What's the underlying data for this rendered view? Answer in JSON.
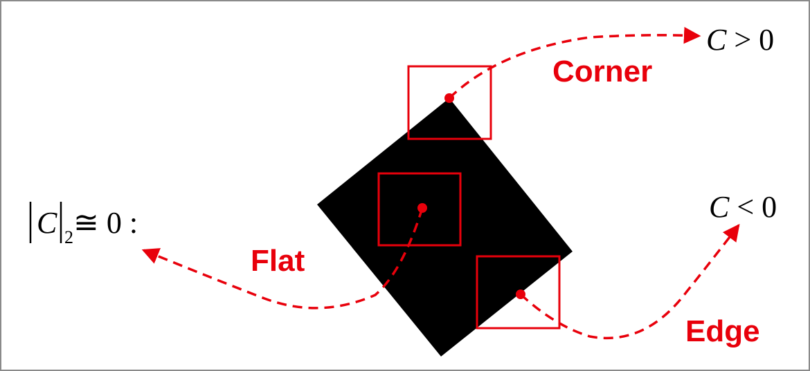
{
  "labels": {
    "corner": "Corner",
    "flat": "Flat",
    "edge": "Edge"
  },
  "math": {
    "corner_condition": {
      "var": "C",
      "rel": " > 0"
    },
    "edge_condition": {
      "var": "C",
      "rel": " < 0"
    },
    "flat_condition": {
      "var": "C",
      "sub": "2",
      "rel": " ≅ 0 :"
    }
  },
  "colors": {
    "accent": "#e8000b",
    "shape": "#000000",
    "background": "#ffffff",
    "frame": "#8a8a8a"
  },
  "icons": {
    "corner_arrow": "arrowhead-right",
    "edge_arrow": "arrowhead-up-right",
    "flat_arrow": "arrowhead-left"
  }
}
